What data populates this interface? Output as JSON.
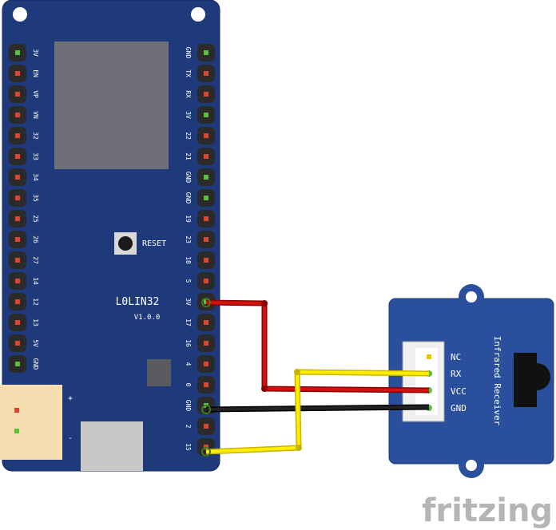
{
  "board": {
    "name": "L0LIN32",
    "version": "V1.0.0",
    "reset_label": "RESET",
    "left_pins": [
      "3V",
      "EN",
      "VP",
      "VN",
      "32",
      "33",
      "34",
      "35",
      "25",
      "26",
      "27",
      "14",
      "12",
      "13",
      "5V",
      "GND"
    ],
    "right_pins": [
      "GND",
      "TX",
      "RX",
      "3V",
      "22",
      "21",
      "GND",
      "GND",
      "19",
      "23",
      "18",
      "5",
      "3V",
      "17",
      "16",
      "4",
      "0",
      "GND",
      "2",
      "15"
    ],
    "battery_plus": "+",
    "battery_minus": "-"
  },
  "sensor": {
    "title": "Infrared Receiver",
    "pins": [
      "NC",
      "RX",
      "VCC",
      "GND"
    ]
  },
  "wires": [
    {
      "from": "3V",
      "to": "VCC",
      "color": "#cc0000"
    },
    {
      "from": "GND",
      "to": "GND",
      "color": "#111111"
    },
    {
      "from": "15",
      "to": "RX",
      "color": "#ffee00"
    }
  ],
  "brand": "fritzing",
  "colors": {
    "board": "#1f3a7a",
    "sensor": "#2a4f9c",
    "pin_green": "#59c23a",
    "pin_red": "#e0452b"
  }
}
